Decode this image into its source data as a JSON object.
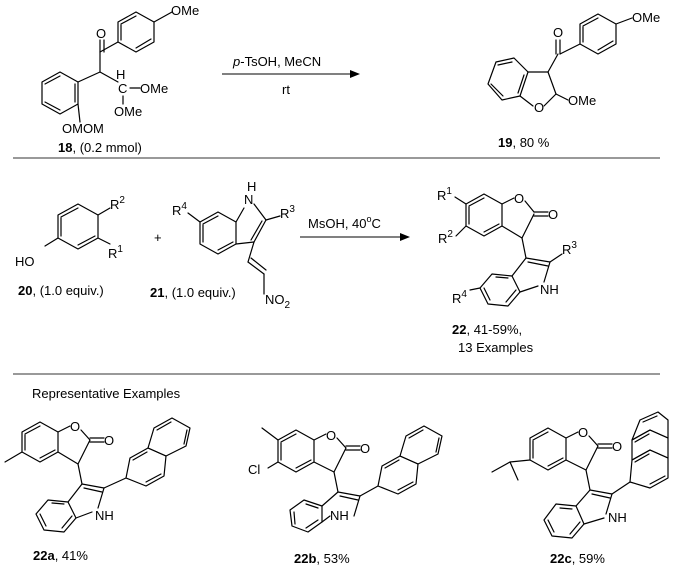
{
  "scheme1": {
    "substrate": {
      "atoms": {
        "ome_top": "OMe",
        "h": "H",
        "c": "C",
        "ome1": "OMe",
        "ome2": "OMe",
        "omom": "OMOM",
        "o_carbonyl": "O"
      },
      "label_num": "18",
      "label_rest": ", (0.2 mmol)"
    },
    "conditions_top_italic": "p",
    "conditions_top": "-TsOH, MeCN",
    "conditions_bottom": "rt",
    "product": {
      "atoms": {
        "ome_top": "OMe",
        "o_carbonyl": "O",
        "ome": "OMe",
        "o_ring": "O"
      },
      "label_num": "19",
      "label_rest": ", 80 %"
    }
  },
  "scheme2": {
    "phenol": {
      "atoms": {
        "ho": "HO",
        "r2": "R",
        "r2_sup": "2",
        "r1": "R",
        "r1_sup": "1"
      },
      "label_num": "20",
      "label_rest": ", (1.0 equiv.)"
    },
    "plus": "+",
    "indole": {
      "atoms": {
        "r4": "R",
        "r4_sup": "4",
        "n": "N",
        "h": "H",
        "r3": "R",
        "r3_sup": "3",
        "no2": "NO",
        "no2_sub": "2"
      },
      "label_num": "21",
      "label_rest": ",  (1.0 equiv.)"
    },
    "conditions_top": "MsOH, 40",
    "conditions_sup": "o",
    "conditions_unit": "C",
    "product": {
      "atoms": {
        "r1": "R",
        "r1_sup": "1",
        "r2": "R",
        "r2_sup": "2",
        "o_ring": "O",
        "o_carbonyl": "O",
        "r3": "R",
        "r3_sup": "3",
        "r4": "R",
        "r4_sup": "4",
        "nh": "NH"
      },
      "label_num": "22",
      "label_rest": ", 41-59%,",
      "label_line2": "13 Examples"
    }
  },
  "representative": {
    "title": "Representative Examples",
    "examples": [
      {
        "num": "22a",
        "yield": ", 41%",
        "atoms": {
          "o_ring": "O",
          "o_carbonyl": "O",
          "nh": "NH"
        }
      },
      {
        "num": "22b",
        "yield": ", 53%",
        "atoms": {
          "o_ring": "O",
          "o_carbonyl": "O",
          "cl": "Cl",
          "nh": "NH"
        }
      },
      {
        "num": "22c",
        "yield": ", 59%",
        "atoms": {
          "o_ring": "O",
          "o_carbonyl": "O",
          "nh": "NH"
        }
      }
    ]
  }
}
